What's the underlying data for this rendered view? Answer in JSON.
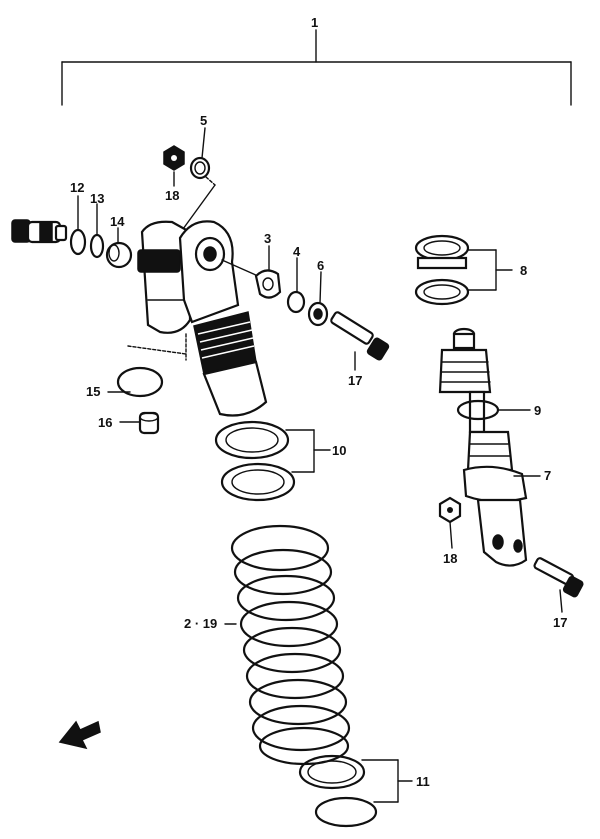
{
  "callouts": {
    "c1": "1",
    "c5": "5",
    "c18a": "18",
    "c12": "12",
    "c13": "13",
    "c14": "14",
    "c3": "3",
    "c4": "4",
    "c6": "6",
    "c8": "8",
    "c17a": "17",
    "c15": "15",
    "c16": "16",
    "c10": "10",
    "c9": "9",
    "c7": "7",
    "c18b": "18",
    "c17b": "17",
    "c219": "2 · 19",
    "c11": "11"
  },
  "icons": {
    "front_arrow": "front-direction-arrow-icon"
  }
}
